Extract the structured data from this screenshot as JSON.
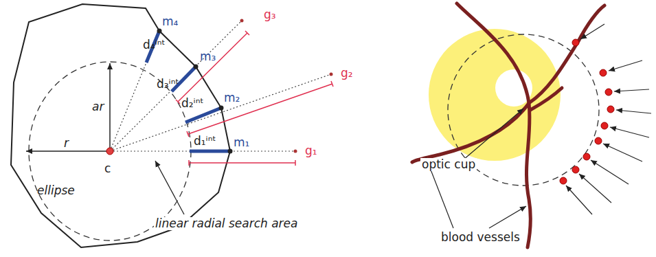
{
  "diagram": {
    "labels": [
      "m₄",
      "d₄ⁱⁿᵗ",
      "m₃",
      "g₃",
      "ar",
      "d₃ⁱⁿᵗ",
      "g₂",
      "m₂",
      "d₂ⁱⁿᵗ",
      "r",
      "m₁",
      "d₁ⁱⁿᵗ",
      "c",
      "g₁",
      "ellipse",
      "linear radial search area",
      "optic cup",
      "blood vessels"
    ]
  }
}
